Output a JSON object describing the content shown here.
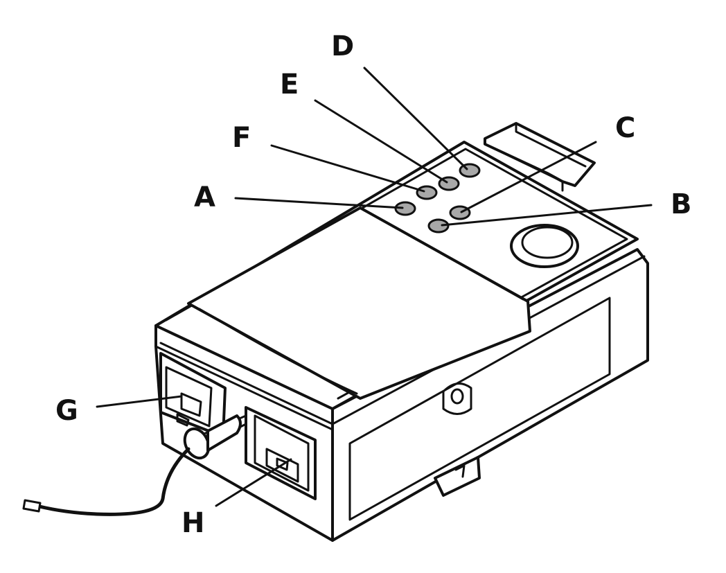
{
  "callouts": {
    "A": "A",
    "B": "B",
    "C": "C",
    "D": "D",
    "E": "E",
    "F": "F",
    "G": "G",
    "H": "H"
  },
  "colors": {
    "line": "#111111",
    "led_fill": "#a8a8a8",
    "background": "#ffffff"
  }
}
